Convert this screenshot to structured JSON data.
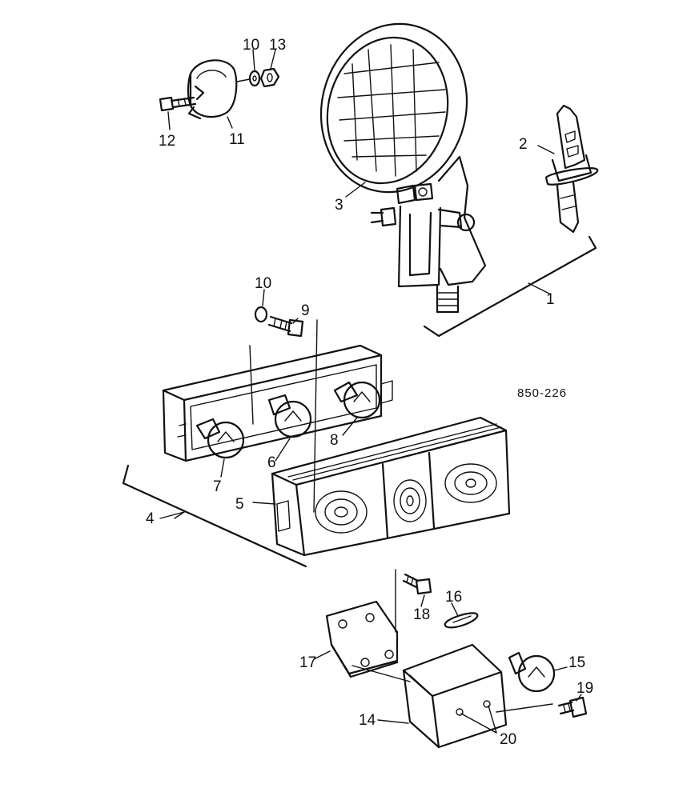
{
  "drawing_code": "850-226",
  "callouts": {
    "c1": "1",
    "c2": "2",
    "c3": "3",
    "c4": "4",
    "c5": "5",
    "c6": "6",
    "c7": "7",
    "c8": "8",
    "c9": "9",
    "c10a": "10",
    "c10b": "10",
    "c11": "11",
    "c12": "12",
    "c13": "13",
    "c14": "14",
    "c15": "15",
    "c16": "16",
    "c17": "17",
    "c18": "18",
    "c19": "19",
    "c20": "20"
  }
}
